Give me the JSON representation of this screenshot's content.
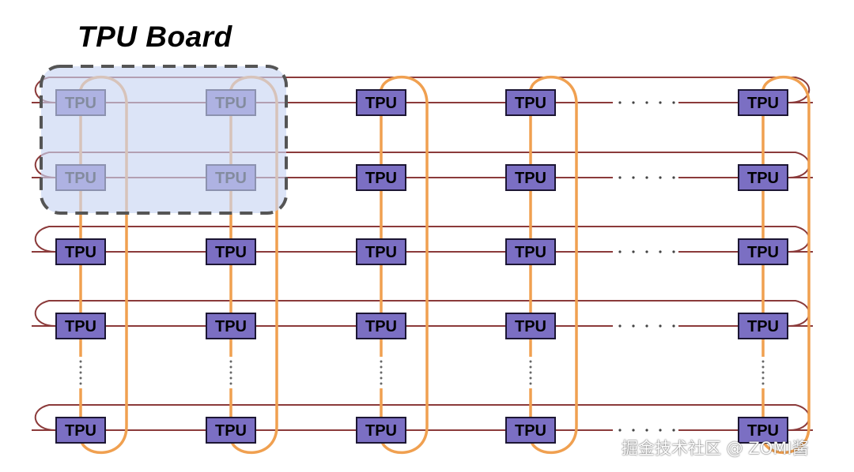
{
  "title": "TPU Board",
  "chip_label": "TPU",
  "watermark": "掘金技术社区 @ ZOMI酱",
  "colors": {
    "chip_fill": "#7b6fc3",
    "chip_border": "#1c1633",
    "row_link": "#8b3a3a",
    "column_link": "#f0a050",
    "board_fill": "#c9d6f2",
    "board_border": "#555555"
  },
  "grid": {
    "rows": 5,
    "columns": 5,
    "board_rows": 2,
    "board_columns": 2
  }
}
